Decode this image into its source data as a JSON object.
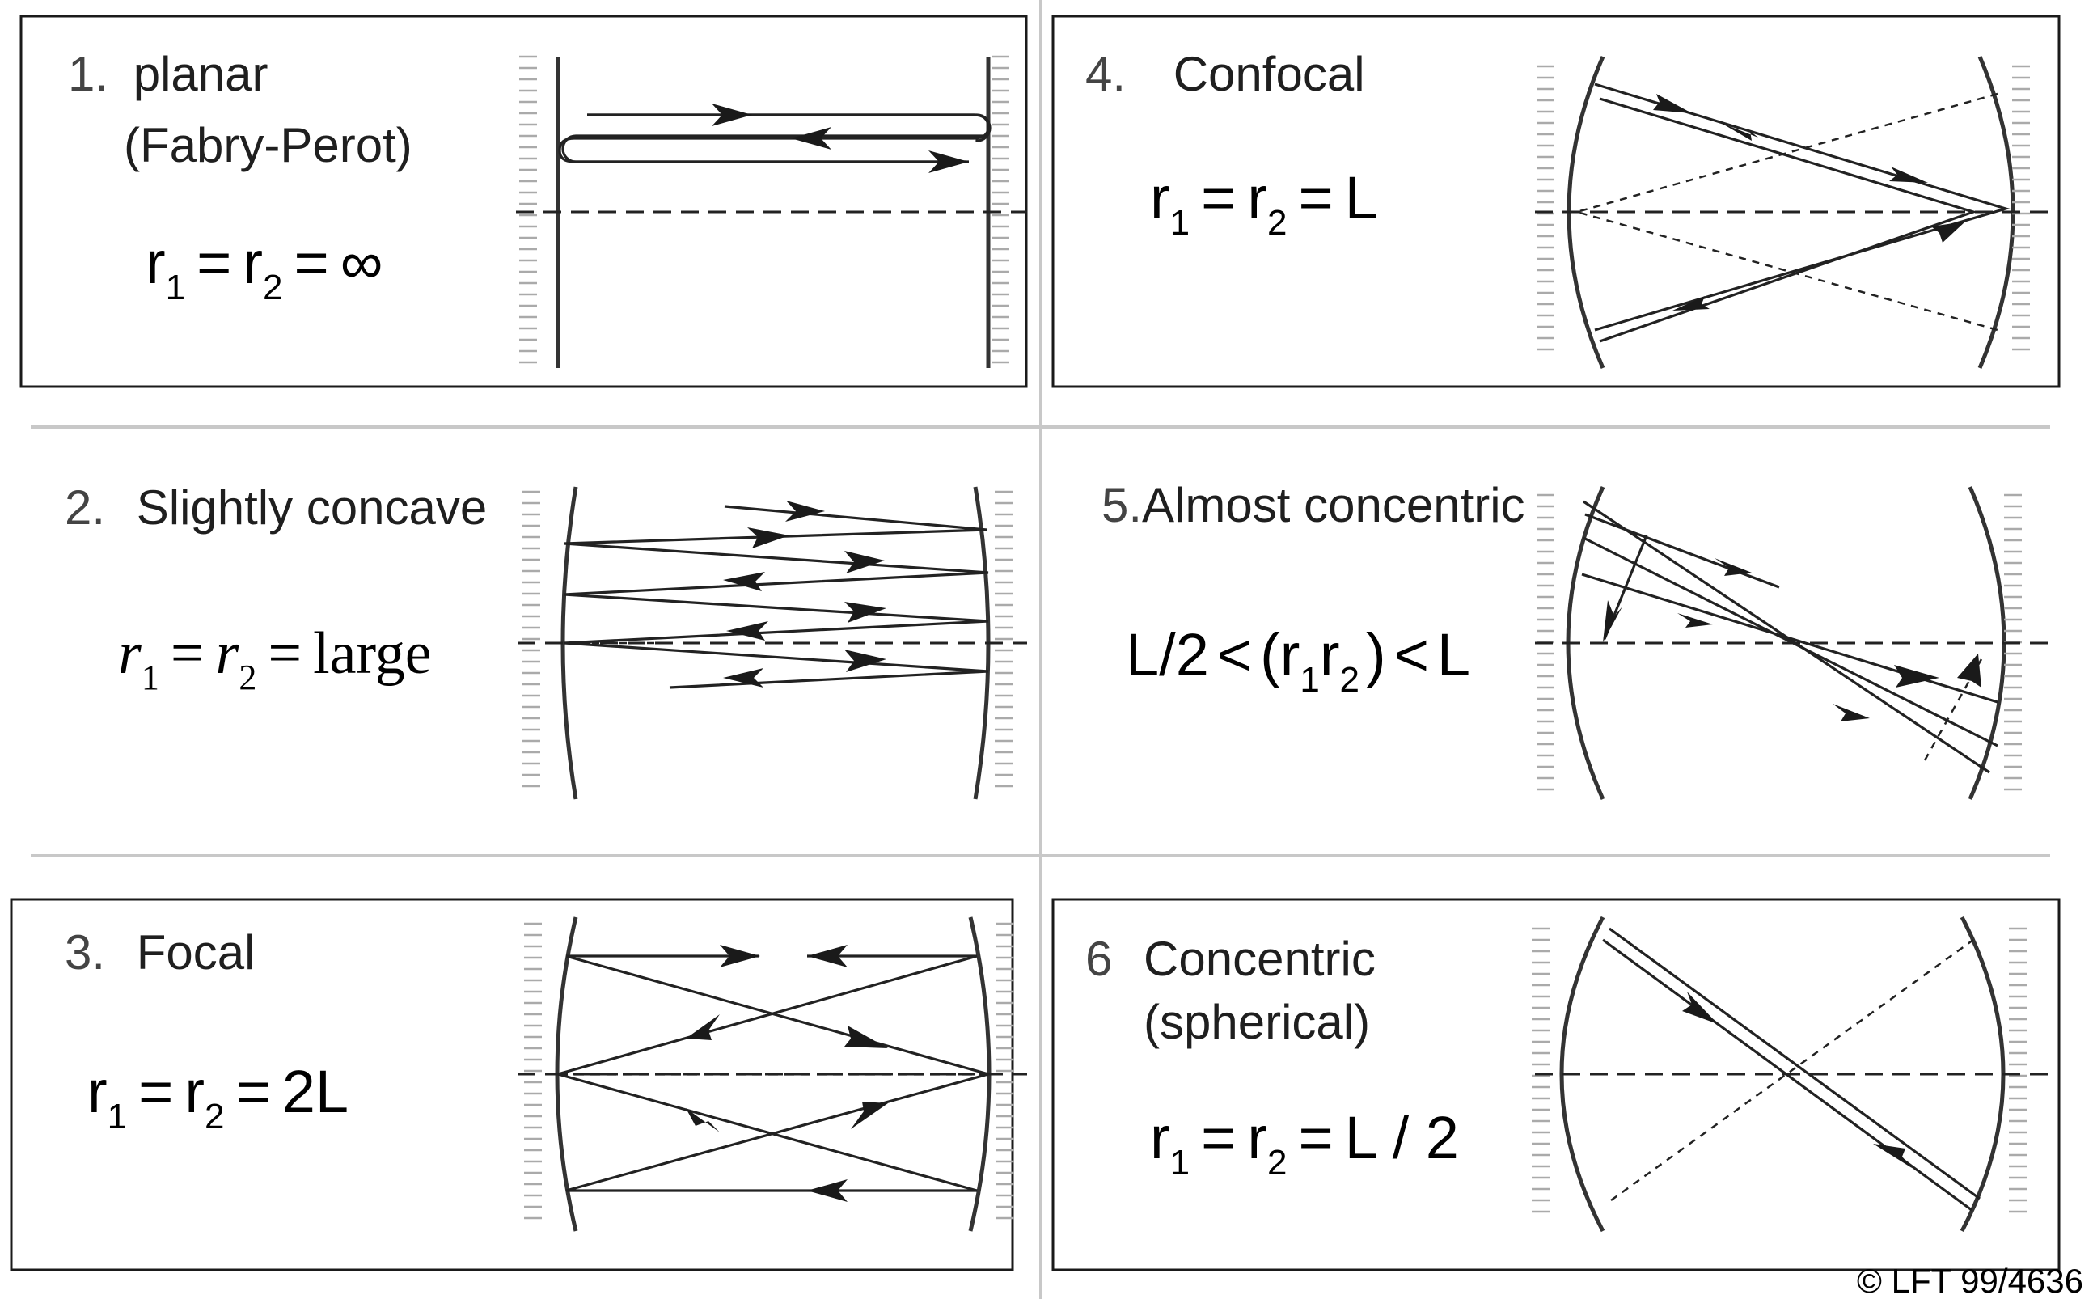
{
  "panels": [
    {
      "number": "1.",
      "title_lines": [
        "planar",
        "(Fabry-Perot)"
      ],
      "formula": {
        "r1": "r",
        "sub1": "1",
        "r2": "r",
        "sub2": "2",
        "rhs": "∞"
      }
    },
    {
      "number": "2.",
      "title_lines": [
        "Slightly concave"
      ],
      "formula": {
        "r1": "r",
        "sub1": "1",
        "r2": "r",
        "sub2": "2",
        "rhs": "large"
      }
    },
    {
      "number": "3.",
      "title_lines": [
        "Focal"
      ],
      "formula": {
        "r1": "r",
        "sub1": "1",
        "r2": "r",
        "sub2": "2",
        "rhs": "2L"
      }
    },
    {
      "number": "4.",
      "title_lines": [
        "Confocal"
      ],
      "formula": {
        "r1": "r",
        "sub1": "1",
        "r2": "r",
        "sub2": "2",
        "rhs": "L"
      }
    },
    {
      "number": "5.",
      "title_lines": [
        "Almost concentric"
      ],
      "formula": {
        "left": "L/2",
        "lt1": "<",
        "open": "(",
        "r1": "r",
        "sub1": "1",
        "r2": "r",
        "sub2": "2",
        "close": ")",
        "lt2": "<",
        "rhs": "L"
      }
    },
    {
      "number": "6",
      "title_lines": [
        "Concentric",
        "(spherical)"
      ],
      "formula": {
        "r1": "r",
        "sub1": "1",
        "r2": "r",
        "sub2": "2",
        "rhs": "L / 2"
      }
    }
  ],
  "symbols": {
    "equals": "="
  },
  "copyright": "© LFT 99/4636",
  "colors": {
    "line": "#222222",
    "hatch": "#aaaaaa",
    "separator": "#c8c8c8",
    "background": "#ffffff"
  }
}
